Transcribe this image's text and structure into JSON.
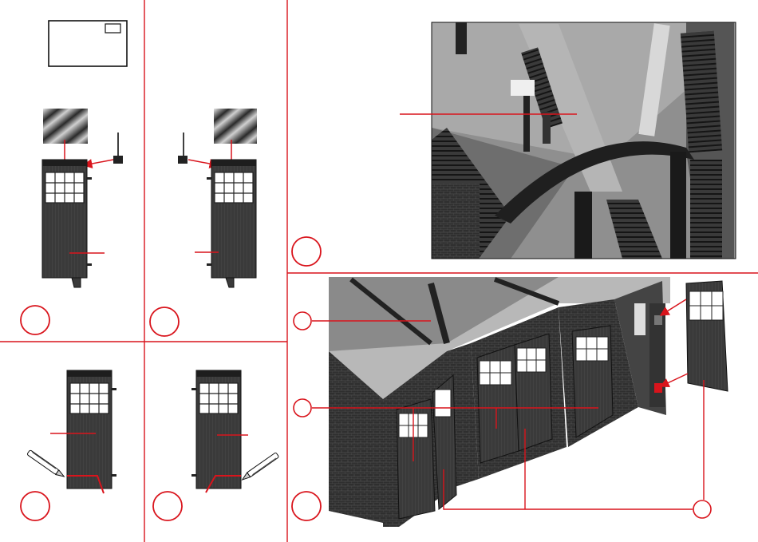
{
  "sheet": {
    "accent_color": "#d9141c",
    "ink_color": "#1a1a1a",
    "background_color": "#ffffff"
  },
  "panels": [
    {
      "id": "door-right-hinge",
      "step_marker": "",
      "icons": [
        "envelope-icon",
        "glazing-sheet-icon",
        "hinge-pin-icon",
        "door-panel-icon"
      ]
    },
    {
      "id": "door-left-hinge",
      "step_marker": "",
      "icons": [
        "glazing-sheet-icon",
        "hinge-pin-icon",
        "door-panel-icon"
      ]
    },
    {
      "id": "cut-left",
      "step_marker": "",
      "icons": [
        "door-panel-icon",
        "hobby-knife-icon"
      ]
    },
    {
      "id": "cut-right",
      "step_marker": "",
      "icons": [
        "door-panel-icon",
        "hobby-knife-icon"
      ]
    },
    {
      "id": "roof-photo",
      "step_marker": "",
      "icons": [
        "shed-roof-photo"
      ]
    },
    {
      "id": "doors-photo",
      "step_marker": "",
      "icons": [
        "shed-doors-photo",
        "door-panel-icon"
      ]
    }
  ]
}
